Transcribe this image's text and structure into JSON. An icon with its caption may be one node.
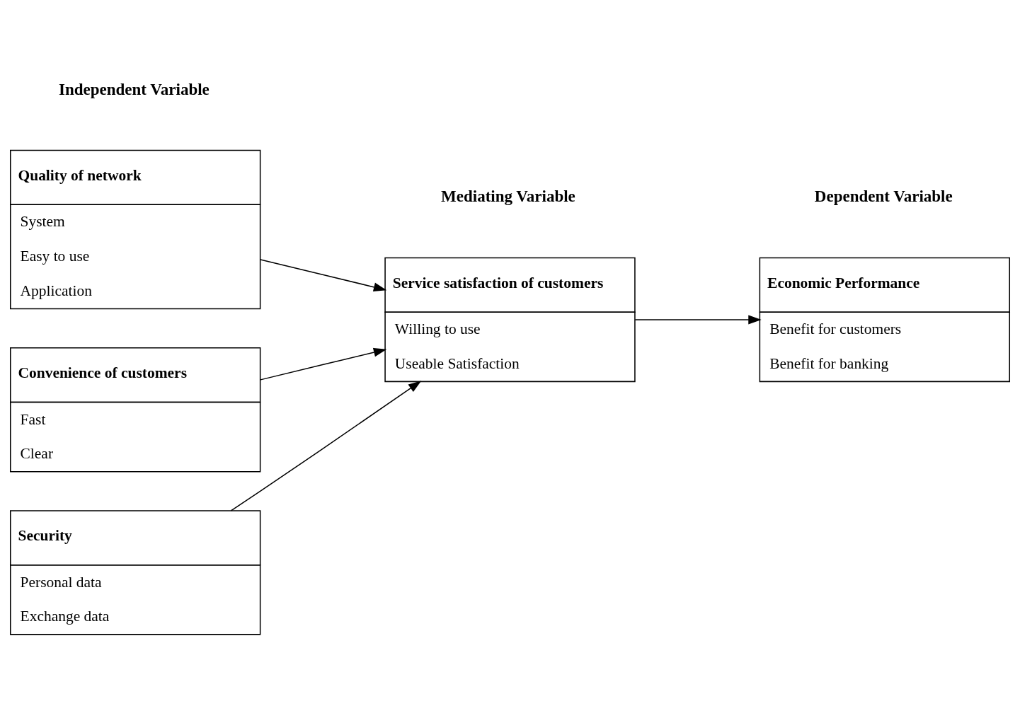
{
  "diagram": {
    "nodes": [
      {
        "text": [
          "Quality of network",
          "System",
          "Easy to use",
          "Application"
        ]
      },
      {
        "text": [
          "Convenience of customers",
          "Fast",
          "Clear"
        ]
      },
      {
        "text": [
          "Security",
          "Personal data",
          "Exchange data"
        ]
      },
      {
        "text": [
          "Service satisfaction of customers",
          "Willing to use",
          "Useable Satisfaction"
        ]
      },
      {
        "text": [
          "Economic Performance",
          "Benefit for customers",
          "Benefit for banking"
        ]
      }
    ],
    "edges": [
      {
        "from": 0,
        "to": 3,
        "arrow": "to"
      },
      {
        "from": 1,
        "to": 3,
        "arrow": "to"
      },
      {
        "from": 2,
        "to": 3,
        "arrow": "to"
      },
      {
        "from": 3,
        "to": 4,
        "arrow": "to"
      }
    ],
    "labels": [
      "Independent Variable",
      "Mediating Variable",
      "Dependent Variable"
    ]
  }
}
